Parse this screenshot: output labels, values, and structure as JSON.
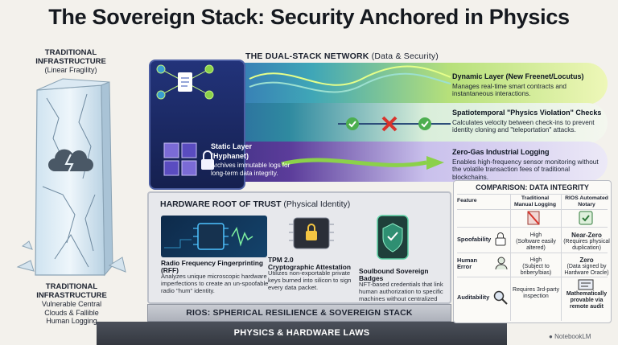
{
  "title": "The Sovereign Stack: Security Anchored in Physics",
  "traditional_top": {
    "heading_line1": "TRADITIONAL",
    "heading_line2": "INFRASTRUCTURE",
    "subheading": "(Linear Fragility)"
  },
  "traditional_bottom": {
    "heading_line1": "TRADITIONAL",
    "heading_line2": "INFRASTRUCTURE",
    "desc_line1": "Vulnerable Central",
    "desc_line2": "Clouds & Fallible",
    "desc_line3": "Human Logging"
  },
  "dual_stack": {
    "label": "THE DUAL-STACK NETWORK",
    "note": "(Data & Security)"
  },
  "bands": [
    {
      "heading": "Dynamic Layer (New Freenet/Locutus)",
      "text": "Manages real-time smart contracts and instantaneous interactions."
    },
    {
      "heading": "Spatiotemporal \"Physics Violation\" Checks",
      "text": "Calculates velocity between check-ins to prevent identity cloning and \"teleportation\" attacks."
    },
    {
      "heading": "Zero-Gas Industrial Logging",
      "text": "Enables high-frequency sensor monitoring without the volatile transaction fees of traditional blockchains."
    }
  ],
  "static_layer": {
    "heading_line1": "Static Layer",
    "heading_line2": "(Hyphanet)",
    "text": "Archives immutable logs for long-term data integrity."
  },
  "hardware": {
    "title": "HARDWARE ROOT OF TRUST",
    "note": "(Physical Identity)",
    "cards": [
      {
        "heading": "Radio Frequency Fingerprinting (RFF)",
        "text": "Analyzes unique microscopic hardware imperfections to create an un-spoofable radio \"hum\" identity."
      },
      {
        "heading_line1": "TPM 2.0",
        "heading_line2": "Cryptographic Attestation",
        "text": "Utilizes non-exportable private keys burned into silicon to sign every data packet."
      },
      {
        "heading": "Soulbound Sovereign Badges",
        "text": "NFT-based credentials that link human authorization to specific machines without centralized servers."
      }
    ]
  },
  "rios_label": "RIOS: SPHERICAL RESILIENCE & SOVEREIGN STACK",
  "physics_label": "PHYSICS & HARDWARE LAWS",
  "comparison": {
    "title": "COMPARISON: DATA INTEGRITY",
    "headers": [
      "Feature",
      "Traditional Manual Logging",
      "RIOS Automated Notary"
    ],
    "rows": [
      {
        "feature": "Spoofability",
        "traditional_main": "High",
        "traditional_sub": "(Software easily altered)",
        "rios_main": "Near-Zero",
        "rios_sub": "(Requires physical duplication)"
      },
      {
        "feature": "Human Error",
        "traditional_main": "High",
        "traditional_sub": "(Subject to bribery/bias)",
        "rios_main": "Zero",
        "rios_sub": "(Data signed by Hardware Oracle)"
      },
      {
        "feature": "Auditability",
        "traditional_main": "Requires 3rd-party inspection",
        "traditional_sub": "",
        "rios_main": "Mathematically provable via remote audit",
        "rios_sub": ""
      }
    ]
  },
  "watermark": "NotebookLM",
  "colors": {
    "dynamic_band": "#3fa6b7",
    "check_band": "#2f8aa0",
    "logging_band": "#5b3c9a",
    "accent_green": "#8bd14a",
    "violation_red": "#d8342c"
  }
}
